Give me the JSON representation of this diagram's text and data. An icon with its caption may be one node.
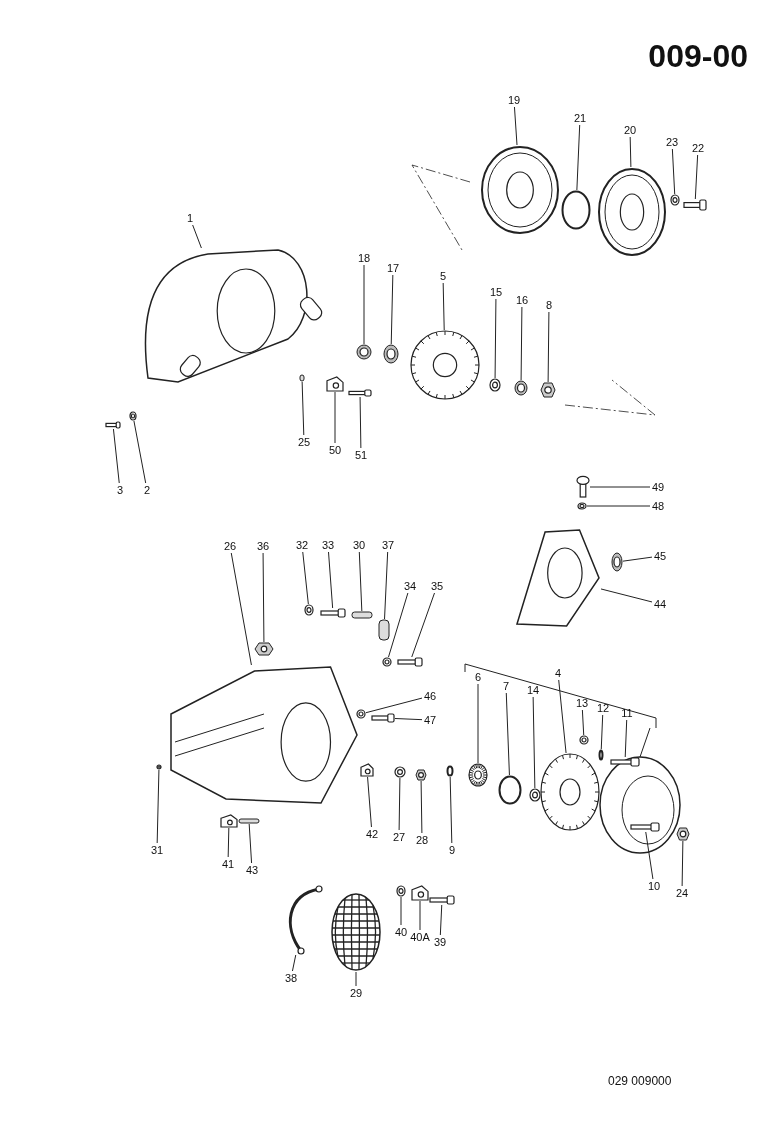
{
  "diagram": {
    "title": "009-00",
    "nodes": [
      {
        "text": [
          "19"
        ]
      },
      {
        "text": [],
        "shape": "picture"
      },
      {
        "text": [
          "21"
        ]
      },
      {
        "text": [],
        "shape": "circle"
      },
      {
        "text": [
          "20"
        ]
      },
      {
        "text": [],
        "shape": "picture"
      },
      {
        "text": [
          "23"
        ]
      },
      {
        "text": [],
        "shape": "picture"
      },
      {
        "text": [
          "22"
        ]
      },
      {
        "text": [],
        "shape": "picture"
      },
      {
        "text": [
          "1"
        ]
      },
      {
        "text": [],
        "shape": "picture"
      },
      {
        "text": [
          "18"
        ]
      },
      {
        "text": [],
        "shape": "picture"
      },
      {
        "text": [
          "17"
        ]
      },
      {
        "text": [],
        "shape": "picture"
      },
      {
        "text": [
          "5"
        ]
      },
      {
        "text": [],
        "shape": "picture"
      },
      {
        "text": [
          "15"
        ]
      },
      {
        "text": [],
        "shape": "picture"
      },
      {
        "text": [
          "16"
        ]
      },
      {
        "text": [],
        "shape": "picture"
      },
      {
        "text": [
          "8"
        ]
      },
      {
        "text": [],
        "shape": "picture"
      },
      {
        "text": [
          "3"
        ]
      },
      {
        "text": [],
        "shape": "picture"
      },
      {
        "text": [
          "2"
        ]
      },
      {
        "text": [],
        "shape": "picture"
      },
      {
        "text": [
          "25"
        ]
      },
      {
        "text": [],
        "shape": "box"
      },
      {
        "text": [
          "50"
        ]
      },
      {
        "text": [],
        "shape": "picture"
      },
      {
        "text": [
          "51"
        ]
      },
      {
        "text": [],
        "shape": "picture"
      },
      {
        "text": [
          "49"
        ]
      },
      {
        "text": [],
        "shape": "picture"
      },
      {
        "text": [
          "48"
        ]
      },
      {
        "text": [],
        "shape": "picture"
      },
      {
        "text": [
          "26"
        ]
      },
      {
        "text": [],
        "shape": "picture"
      },
      {
        "text": [
          "36"
        ]
      },
      {
        "text": [],
        "shape": "picture"
      },
      {
        "text": [
          "32"
        ]
      },
      {
        "text": [],
        "shape": "picture"
      },
      {
        "text": [
          "33"
        ]
      },
      {
        "text": [],
        "shape": "picture"
      },
      {
        "text": [
          "30"
        ]
      },
      {
        "text": [],
        "shape": "box"
      },
      {
        "text": [
          "37"
        ]
      },
      {
        "text": [],
        "shape": "box"
      },
      {
        "text": [
          "34"
        ]
      },
      {
        "text": [],
        "shape": "picture"
      },
      {
        "text": [
          "35"
        ]
      },
      {
        "text": [],
        "shape": "picture"
      },
      {
        "text": [
          "45"
        ]
      },
      {
        "text": [],
        "shape": "picture"
      },
      {
        "text": [
          "44"
        ]
      },
      {
        "text": [],
        "shape": "picture"
      },
      {
        "text": [
          "46"
        ]
      },
      {
        "text": [],
        "shape": "picture"
      },
      {
        "text": [
          "47"
        ]
      },
      {
        "text": [],
        "shape": "picture"
      },
      {
        "text": [
          "4"
        ]
      },
      {
        "text": [],
        "shape": "picture"
      },
      {
        "text": [
          "6"
        ]
      },
      {
        "text": [],
        "shape": "picture"
      },
      {
        "text": [
          "7"
        ]
      },
      {
        "text": [],
        "shape": "circle"
      },
      {
        "text": [
          "14"
        ]
      },
      {
        "text": [],
        "shape": "picture"
      },
      {
        "text": [
          "13"
        ]
      },
      {
        "text": [],
        "shape": "picture"
      },
      {
        "text": [
          "12"
        ]
      },
      {
        "text": [],
        "shape": "circle"
      },
      {
        "text": [
          "11"
        ]
      },
      {
        "text": [],
        "shape": "picture"
      },
      {
        "text": [
          "31"
        ]
      },
      {
        "text": [],
        "shape": "picture"
      },
      {
        "text": [
          "42"
        ]
      },
      {
        "text": [],
        "shape": "picture"
      },
      {
        "text": [
          "27"
        ]
      },
      {
        "text": [],
        "shape": "picture"
      },
      {
        "text": [
          "28"
        ]
      },
      {
        "text": [],
        "shape": "picture"
      },
      {
        "text": [
          "9"
        ]
      },
      {
        "text": [],
        "shape": "circle"
      },
      {
        "text": [
          "41"
        ]
      },
      {
        "text": [],
        "shape": "picture"
      },
      {
        "text": [
          "43"
        ]
      },
      {
        "text": [],
        "shape": "box"
      },
      {
        "text": [
          "10"
        ]
      },
      {
        "text": [],
        "shape": "picture"
      },
      {
        "text": [
          "24"
        ]
      },
      {
        "text": [],
        "shape": "picture"
      },
      {
        "text": [
          "38"
        ]
      },
      {
        "text": [],
        "shape": "picture"
      },
      {
        "text": [
          "29"
        ]
      },
      {
        "text": [],
        "shape": "picture"
      },
      {
        "text": [
          "40"
        ]
      },
      {
        "text": [],
        "shape": "picture"
      },
      {
        "text": [
          "40A"
        ]
      },
      {
        "text": [],
        "shape": "picture"
      },
      {
        "text": [
          "39"
        ]
      },
      {
        "text": [],
        "shape": "picture"
      }
    ],
    "edges": [
      {
        "from": 0,
        "to": 1,
        "arrow": "none"
      },
      {
        "from": 2,
        "to": 3,
        "arrow": "none"
      },
      {
        "from": 4,
        "to": 5,
        "arrow": "none"
      },
      {
        "from": 6,
        "to": 7,
        "arrow": "none"
      },
      {
        "from": 8,
        "to": 9,
        "arrow": "none"
      },
      {
        "from": 10,
        "to": 11,
        "arrow": "none"
      },
      {
        "from": 12,
        "to": 13,
        "arrow": "none"
      },
      {
        "from": 14,
        "to": 15,
        "arrow": "none"
      },
      {
        "from": 16,
        "to": 17,
        "arrow": "none"
      },
      {
        "from": 18,
        "to": 19,
        "arrow": "none"
      },
      {
        "from": 20,
        "to": 21,
        "arrow": "none"
      },
      {
        "from": 22,
        "to": 23,
        "arrow": "none"
      },
      {
        "from": 24,
        "to": 25,
        "arrow": "none"
      },
      {
        "from": 26,
        "to": 27,
        "arrow": "none"
      },
      {
        "from": 28,
        "to": 29,
        "arrow": "none"
      },
      {
        "from": 30,
        "to": 31,
        "arrow": "none"
      },
      {
        "from": 32,
        "to": 33,
        "arrow": "none"
      },
      {
        "from": 34,
        "to": 35,
        "arrow": "none"
      },
      {
        "from": 36,
        "to": 37,
        "arrow": "none"
      },
      {
        "from": 38,
        "to": 39,
        "arrow": "none"
      },
      {
        "from": 40,
        "to": 41,
        "arrow": "none"
      },
      {
        "from": 42,
        "to": 43,
        "arrow": "none"
      },
      {
        "from": 44,
        "to": 45,
        "arrow": "none"
      },
      {
        "from": 46,
        "to": 47,
        "arrow": "none"
      },
      {
        "from": 48,
        "to": 49,
        "arrow": "none"
      },
      {
        "from": 50,
        "to": 51,
        "arrow": "none"
      },
      {
        "from": 52,
        "to": 53,
        "arrow": "none"
      },
      {
        "from": 54,
        "to": 55,
        "arrow": "none"
      },
      {
        "from": 56,
        "to": 57,
        "arrow": "none"
      },
      {
        "from": 58,
        "to": 59,
        "arrow": "none"
      },
      {
        "from": 60,
        "to": 61,
        "arrow": "none"
      },
      {
        "from": 62,
        "to": 63,
        "arrow": "none"
      },
      {
        "from": 64,
        "to": 65,
        "arrow": "none"
      },
      {
        "from": 66,
        "to": 67,
        "arrow": "none"
      },
      {
        "from": 68,
        "to": 69,
        "arrow": "none"
      },
      {
        "from": 70,
        "to": 71,
        "arrow": "none"
      },
      {
        "from": 72,
        "to": 73,
        "arrow": "none"
      },
      {
        "from": 74,
        "to": 75,
        "arrow": "none"
      },
      {
        "from": 76,
        "to": 77,
        "arrow": "none"
      },
      {
        "from": 78,
        "to": 79,
        "arrow": "none"
      },
      {
        "from": 80,
        "to": 81,
        "arrow": "none"
      },
      {
        "from": 82,
        "to": 83,
        "arrow": "none"
      },
      {
        "from": 84,
        "to": 85,
        "arrow": "none"
      },
      {
        "from": 86,
        "to": 87,
        "arrow": "none"
      },
      {
        "from": 88,
        "to": 89,
        "arrow": "none"
      },
      {
        "from": 90,
        "to": 91,
        "arrow": "none"
      },
      {
        "from": 92,
        "to": 93,
        "arrow": "none"
      },
      {
        "from": 94,
        "to": 95,
        "arrow": "none"
      },
      {
        "from": 96,
        "to": 97,
        "arrow": "none"
      },
      {
        "from": 98,
        "to": 99,
        "arrow": "none"
      },
      {
        "from": 100,
        "to": 101,
        "arrow": "none"
      },
      {
        "from": 102,
        "to": 103,
        "arrow": "none"
      }
    ],
    "labels": [
      "029 009000"
    ]
  }
}
